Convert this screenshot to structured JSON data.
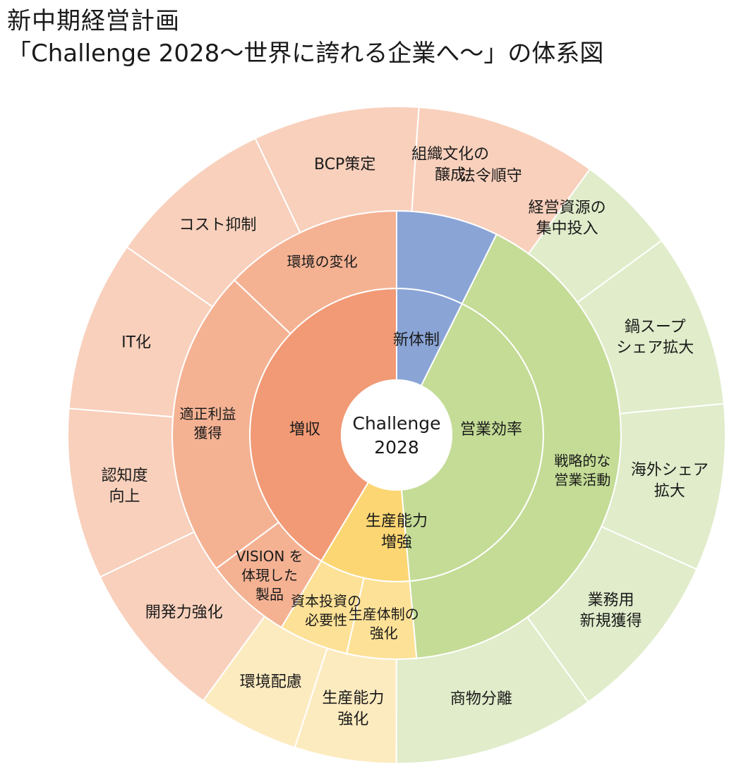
{
  "title_line1": "新中期経営計画",
  "title_line2": "「Challenge 2028～世界に誇れる企業へ～」の体系図",
  "center": {
    "label": [
      "Challenge",
      "2028"
    ],
    "color": "#ffffff"
  },
  "rings": [
    {
      "name": "inner",
      "segments": [
        {
          "label": [
            "新体制"
          ],
          "share": 0.0735,
          "color": "#8aa4d6"
        },
        {
          "label": [
            "営業効率"
          ],
          "share": 0.4123,
          "color": "#c4dc96"
        },
        {
          "label": [
            "生産能力",
            "増強"
          ],
          "share": 0.1,
          "color": "#fbd673"
        },
        {
          "label": [
            "増収"
          ],
          "share": 0.4142,
          "color": "#f19a75"
        }
      ]
    },
    {
      "name": "middle",
      "segments": [
        {
          "label": [
            "新体制"
          ],
          "show_label": false,
          "share": 0.0735,
          "color": "#8aa4d6"
        },
        {
          "label": [
            "戦略的な",
            "営業活動"
          ],
          "share": 0.4123,
          "color": "#c4dc96"
        },
        {
          "label": [
            "生産体制の",
            "強化"
          ],
          "share": 0.05,
          "color": "#fde197"
        },
        {
          "label": [
            "資本投資の",
            "必要性"
          ],
          "share": 0.05,
          "color": "#fde197"
        },
        {
          "label": [
            "VISION を",
            "体現した",
            "製品"
          ],
          "share": 0.0627,
          "color": "#f4b293"
        },
        {
          "label": [
            "適正利益",
            "獲得"
          ],
          "share": 0.2229,
          "color": "#f4b293"
        },
        {
          "label": [
            "環境の変化"
          ],
          "share": 0.1286,
          "color": "#f4b293"
        }
      ]
    },
    {
      "name": "outer",
      "segments": [
        {
          "label": [
            "組織文化の",
            "醸成"
          ],
          "share": 0.0622,
          "color": "#c5d0ec"
        },
        {
          "label": [
            "経営資源の",
            "集中投入"
          ],
          "share": 0.087,
          "color": "#e0ecca"
        },
        {
          "label": [
            "鍋スープ",
            "シェア拡大"
          ],
          "share": 0.0856,
          "color": "#e0ecca"
        },
        {
          "label": [
            "海外シェア",
            "拡大"
          ],
          "share": 0.0822,
          "color": "#e0ecca"
        },
        {
          "label": [
            "業務用",
            "新規獲得"
          ],
          "share": 0.084,
          "color": "#e0ecca"
        },
        {
          "label": [
            "商物分離"
          ],
          "share": 0.0991,
          "color": "#e0ecca"
        },
        {
          "label": [
            "生産能力",
            "強化"
          ],
          "share": 0.05,
          "color": "#fdebc0"
        },
        {
          "label": [
            "環境配慮"
          ],
          "share": 0.05,
          "color": "#fdebc0"
        },
        {
          "label": [
            "開発力強化"
          ],
          "share": 0.0788,
          "color": "#f8d0bc"
        },
        {
          "label": [
            "認知度",
            "向上"
          ],
          "share": 0.084,
          "color": "#f8d0bc"
        },
        {
          "label": [
            "IT化"
          ],
          "share": 0.084,
          "color": "#f8d0bc"
        },
        {
          "label": [
            "コスト抑制"
          ],
          "share": 0.0824,
          "color": "#f8d0bc"
        },
        {
          "label": [
            "BCP策定"
          ],
          "share": 0.0815,
          "color": "#f8d0bc"
        },
        {
          "label": [
            "法令順守"
          ],
          "share": 0.0892,
          "color": "#f8d0bc"
        }
      ]
    }
  ]
}
